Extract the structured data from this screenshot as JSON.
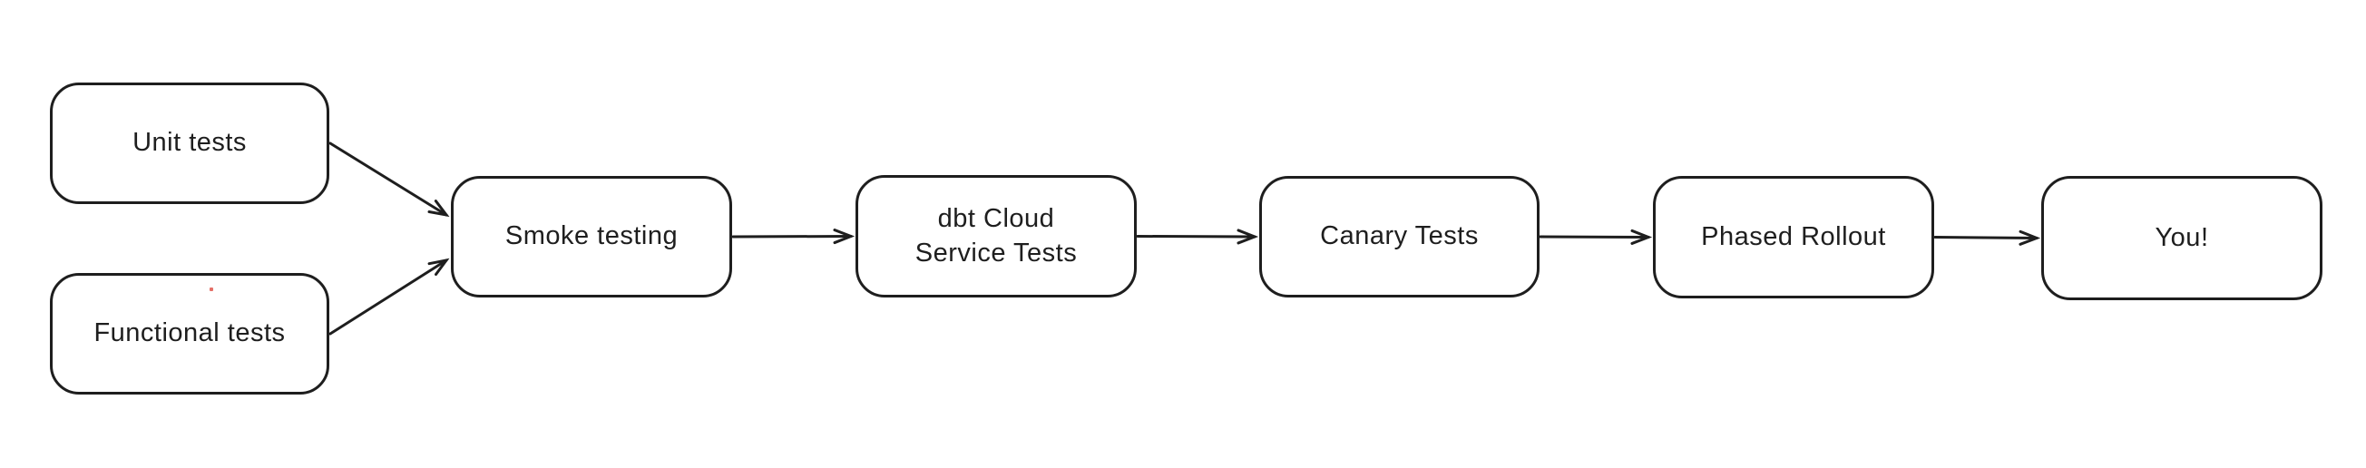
{
  "diagram": {
    "background_color": "#ffffff",
    "stroke_color": "#1e1e1e",
    "node_fill_color": "#ffffff",
    "nodes": [
      {
        "id": "unit-tests",
        "label": "Unit tests"
      },
      {
        "id": "functional-tests",
        "label": "Functional tests"
      },
      {
        "id": "smoke-testing",
        "label": "Smoke testing"
      },
      {
        "id": "dbt-cloud-service-tests",
        "label": "dbt Cloud\nService Tests"
      },
      {
        "id": "canary-tests",
        "label": "Canary Tests"
      },
      {
        "id": "phased-rollout",
        "label": "Phased Rollout"
      },
      {
        "id": "you",
        "label": "You!"
      }
    ],
    "edges": [
      {
        "from": "unit-tests",
        "to": "smoke-testing"
      },
      {
        "from": "functional-tests",
        "to": "smoke-testing"
      },
      {
        "from": "smoke-testing",
        "to": "dbt-cloud-service-tests"
      },
      {
        "from": "dbt-cloud-service-tests",
        "to": "canary-tests"
      },
      {
        "from": "canary-tests",
        "to": "phased-rollout"
      },
      {
        "from": "phased-rollout",
        "to": "you"
      }
    ],
    "stray_mark": {
      "color": "#e0574d"
    }
  }
}
